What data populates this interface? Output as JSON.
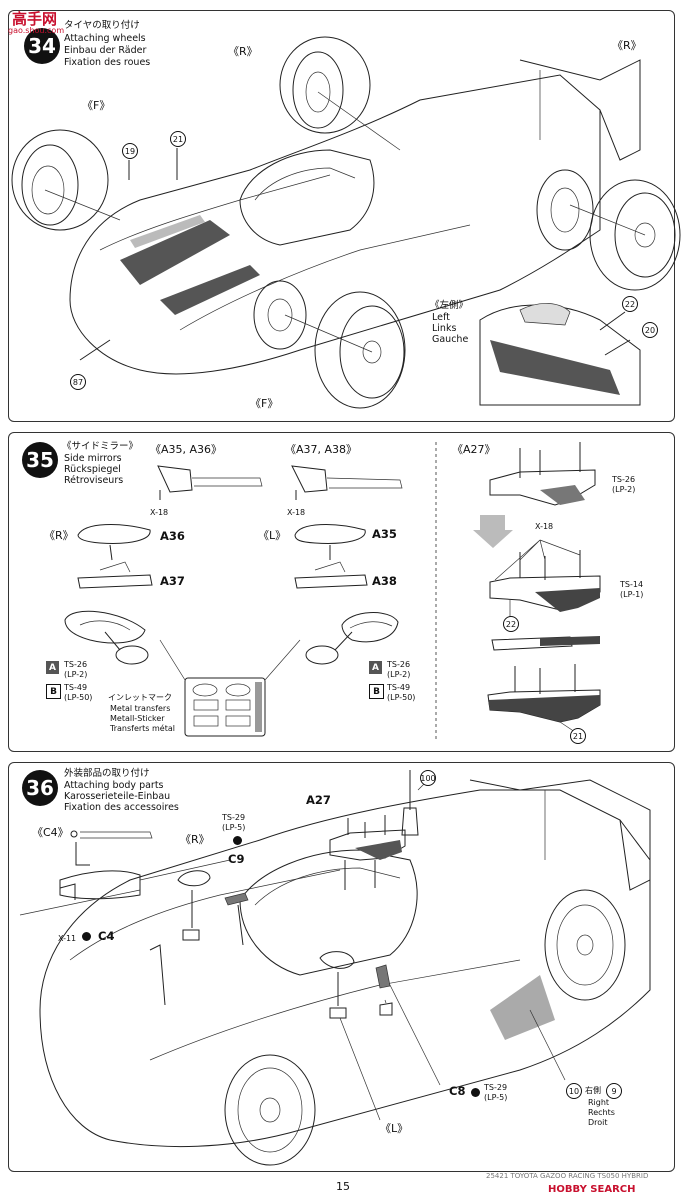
{
  "watermark": {
    "top": "高手网",
    "sub": "gao.shou.com"
  },
  "step34": {
    "num": "34",
    "titles": [
      "タイヤの取り付け",
      "Attaching wheels",
      "Einbau der Räder",
      "Fixation des roues"
    ],
    "labels": {
      "r1": "《R》",
      "r2": "《R》",
      "f1": "《F》",
      "f2": "《F》"
    },
    "parts": {
      "p19": "19",
      "p21": "21",
      "p22": "22",
      "p20": "20",
      "p87": "87"
    },
    "left_side": [
      "《左側》",
      "Left",
      "Links",
      "Gauche"
    ]
  },
  "step35": {
    "num": "35",
    "titles": [
      "《サイドミラー》",
      "Side mirrors",
      "Rückspiegel",
      "Rétroviseurs"
    ],
    "set_a35": "《A35, A36》",
    "set_a37": "《A37, A38》",
    "x18a": "X-18",
    "x18b": "X-18",
    "x18c": "X-18",
    "r": "《R》",
    "l": "《L》",
    "a36": "A36",
    "a37": "A37",
    "a35": "A35",
    "a38": "A38",
    "a27": "《A27》",
    "ts26": "TS-26",
    "lp2": "(LP-2)",
    "ts14": "TS-14",
    "lp1": "(LP-1)",
    "p22": "22",
    "p21": "21",
    "paint_left": {
      "a": "A",
      "ts26": "TS-26",
      "lp2": "(LP-2)",
      "b": "B",
      "ts49": "TS-49",
      "lp50": "(LP-50)"
    },
    "paint_right": {
      "a": "A",
      "ts26": "TS-26",
      "lp2": "(LP-2)",
      "b": "B",
      "ts49": "TS-49",
      "lp50": "(LP-50)"
    },
    "transfers": [
      "インレットマーク",
      "Metal transfers",
      "Metall-Sticker",
      "Transferts métal"
    ]
  },
  "step36": {
    "num": "36",
    "titles": [
      "外装部品の取り付け",
      "Attaching body parts",
      "Karosserieteile-Einbau",
      "Fixation des accessoires"
    ],
    "c4label": "《C4》",
    "x11": "X-11",
    "c4": "C4",
    "r": "《R》",
    "ts29a": "TS-29",
    "lp5a": "(LP-5)",
    "c9": "C9",
    "a27": "A27",
    "p100": "100",
    "l": "《L》",
    "c8": "C8",
    "ts29b": "TS-29",
    "lp5b": "(LP-5)",
    "p10": "10",
    "right_jp": "右側",
    "p9": "9",
    "right": [
      "Right",
      "Rechts",
      "Droit"
    ]
  },
  "footer": {
    "page": "15",
    "code": "25421 TOYOTA GAZOO RACING TS050 HYBRID",
    "brand": "HOBBY SEARCH"
  },
  "colors": {
    "black": "#111111",
    "panel": "#333333",
    "red": "#c8102e",
    "gray": "#888888"
  }
}
